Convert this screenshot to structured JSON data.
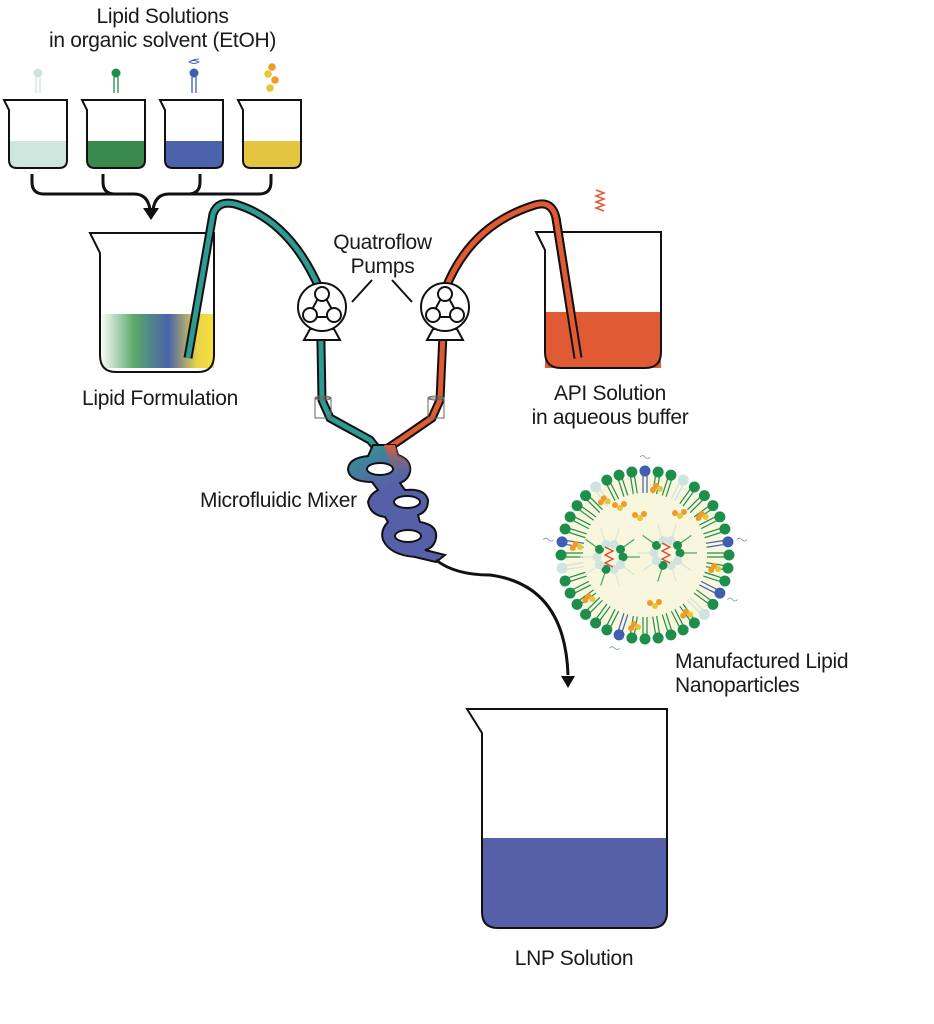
{
  "labels": {
    "lipid_solutions_line1": "Lipid Solutions",
    "lipid_solutions_line2": "in organic solvent (EtOH)",
    "lipid_formulation": "Lipid Formulation",
    "pumps_line1": "Quatroflow",
    "pumps_line2": "Pumps",
    "api_line1": "API Solution",
    "api_line2": "in aqueous buffer",
    "mixer": "Microfluidic Mixer",
    "lnp_particles_line1": "Manufactured Lipid",
    "lnp_particles_line2": "Nanoparticles",
    "lnp_solution": "LNP Solution"
  },
  "lipid_beakers": [
    {
      "name": "lipid-1",
      "color": "#cfe6df",
      "icon": "lipid-pale-icon"
    },
    {
      "name": "lipid-2",
      "color": "#3a8a4e",
      "icon": "lipid-green-icon"
    },
    {
      "name": "lipid-3",
      "color": "#4a63ab",
      "icon": "lipid-peg-icon"
    },
    {
      "name": "lipid-4",
      "color": "#e3c53f",
      "icon": "cholesterol-icon"
    }
  ],
  "colors": {
    "teal_tube": "#2f9a92",
    "red_tube": "#e05a34",
    "api_fill": "#e05a34",
    "lnp_fill": "#5660a8",
    "mixer_blue": "#5660a8",
    "outline": "#111111",
    "lnp_core": "#f8f6dc",
    "lipid_green": "#1e8f4a",
    "lipid_pale": "#cfe3df",
    "peg_blue": "#3f5fb0",
    "chol_orange": "#f09a2a",
    "chol_yellow": "#e8c636",
    "mrna_red": "#e0452c"
  }
}
